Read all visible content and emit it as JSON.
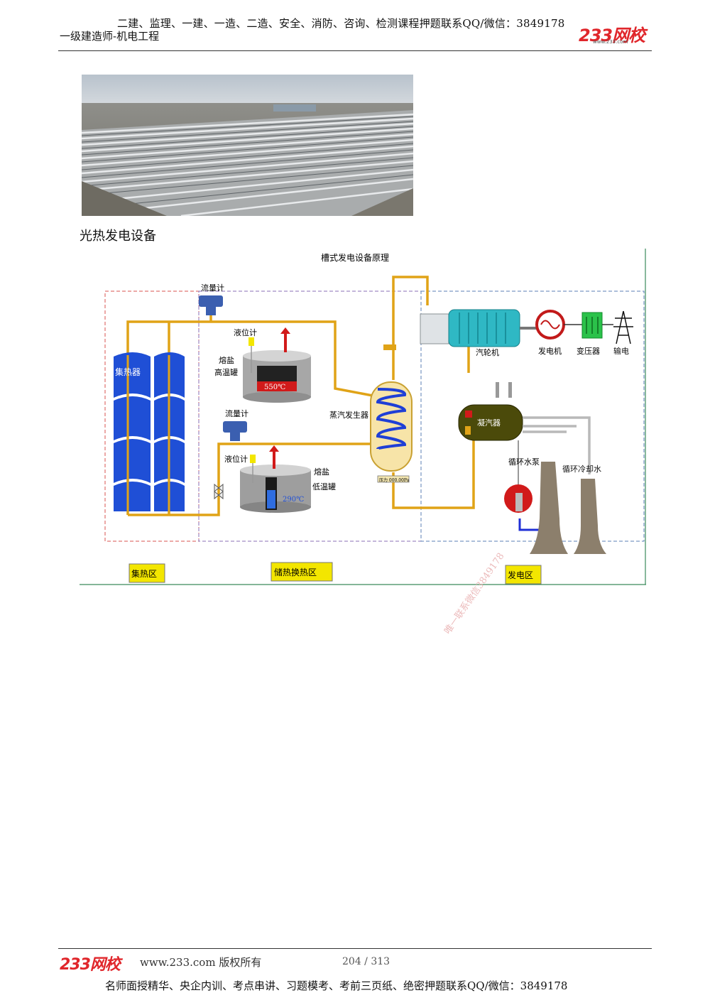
{
  "header": {
    "course_line": "二建、监理、一建、一造、二造、安全、消防、咨询、检测课程押题联系QQ/微信：3849178",
    "subject": "一级建造师-机电工程",
    "logo": {
      "text": "233网校",
      "url": "www.233.com"
    }
  },
  "photo_caption": "光热发电设备",
  "diagram": {
    "title": "槽式发电设备原理",
    "labels": {
      "flowmeter_top": "流量计",
      "level_meter_high": "液位计",
      "hot_tank": "熔盐\n高温罐",
      "hot_temp": "550℃",
      "flowmeter_mid": "流量计",
      "level_meter_low": "液位计",
      "cold_tank": "熔盐\n低温罐",
      "cold_temp": "290℃",
      "collector": "集热器",
      "steam_gen": "蒸汽发生器",
      "pressure": "压力 000.00Pa",
      "turbine": "汽轮机",
      "generator": "发电机",
      "transformer": "变压器",
      "transmission": "输电",
      "condenser": "凝汽器",
      "pump": "循环水泵",
      "cooling": "循环冷却水"
    },
    "zones": [
      "集热区",
      "储热换热区",
      "发电区"
    ],
    "colors": {
      "pipe": "#e0a317",
      "zone_red": "#d9534f",
      "zone_blue": "#5b7fb5",
      "tank": "#9a9a9a",
      "collector": "#1f4fd6",
      "zone_label_bg": "#f3e600"
    }
  },
  "watermark": "唯一联系微信3849178",
  "footer": {
    "logo": "233网校",
    "site": "www.233.com 版权所有",
    "page": "204 / 313",
    "bottom_line": "名师面授精华、央企内训、考点串讲、习题模考、考前三页纸、绝密押题联系QQ/微信：3849178"
  }
}
